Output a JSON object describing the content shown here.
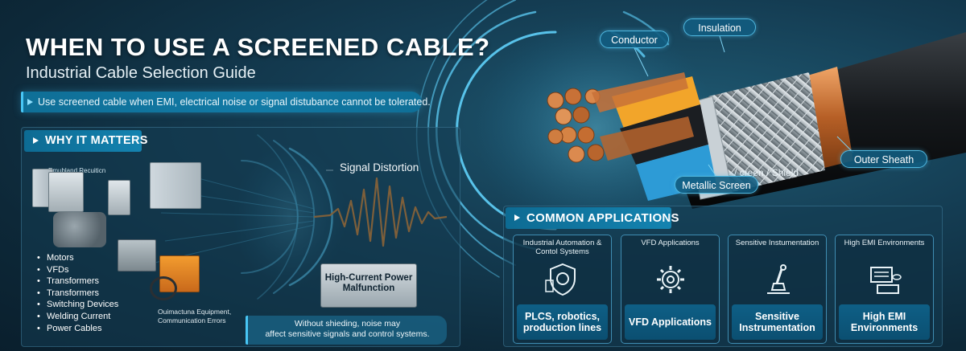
{
  "header": {
    "title": "WHEN TO USE A SCREENED CABLE?",
    "subtitle": "Industrial Cable Selection Guide",
    "banner": "Use screened cable when EMI, electrical noise or signal distubance cannot be tolerated."
  },
  "why_it_matters": {
    "heading": "WHY IT MATTERS",
    "equipment_caption": "Emubland Recuiticn",
    "sources": [
      "Motors",
      "VFDs",
      "Transformers",
      "Transformers",
      "Switching Devices",
      "Welding Current",
      "Power Cables"
    ],
    "comm_errors": [
      "Ouimactuna Equipment,",
      "Communication Errors"
    ],
    "signal_label": "Signal Distortion",
    "malfunction": [
      "High-Current Power",
      "Malfunction"
    ],
    "warning": [
      "Without shieding, noise may",
      "affect sensitive signals and control systems."
    ]
  },
  "cable": {
    "conductor": "Conductor",
    "insulation": "Insulation",
    "outer_sheath": "Outer Sheath",
    "shield_note": "/ creen / Shield",
    "metallic_screen": "Metallic Screen"
  },
  "applications": {
    "heading": "COMMON APPLICATIONS",
    "items": [
      {
        "top": "Industrial Automation & Contol Systems",
        "bottom": "PLCS, robotics, production lines",
        "icon": "shield-gear-icon"
      },
      {
        "top": "VFD Applications",
        "bottom": "VFD Applications",
        "icon": "gear-icon"
      },
      {
        "top": "Sensitive Instumentation",
        "bottom": "Sensitive Instrumentation",
        "icon": "microscope-icon"
      },
      {
        "top": "High EMI Environments",
        "bottom": "High EMI Environments",
        "icon": "server-icon"
      }
    ]
  },
  "colors": {
    "accent": "#48c6f5",
    "wave": "#ff8a1e",
    "copper": "#c87137"
  }
}
